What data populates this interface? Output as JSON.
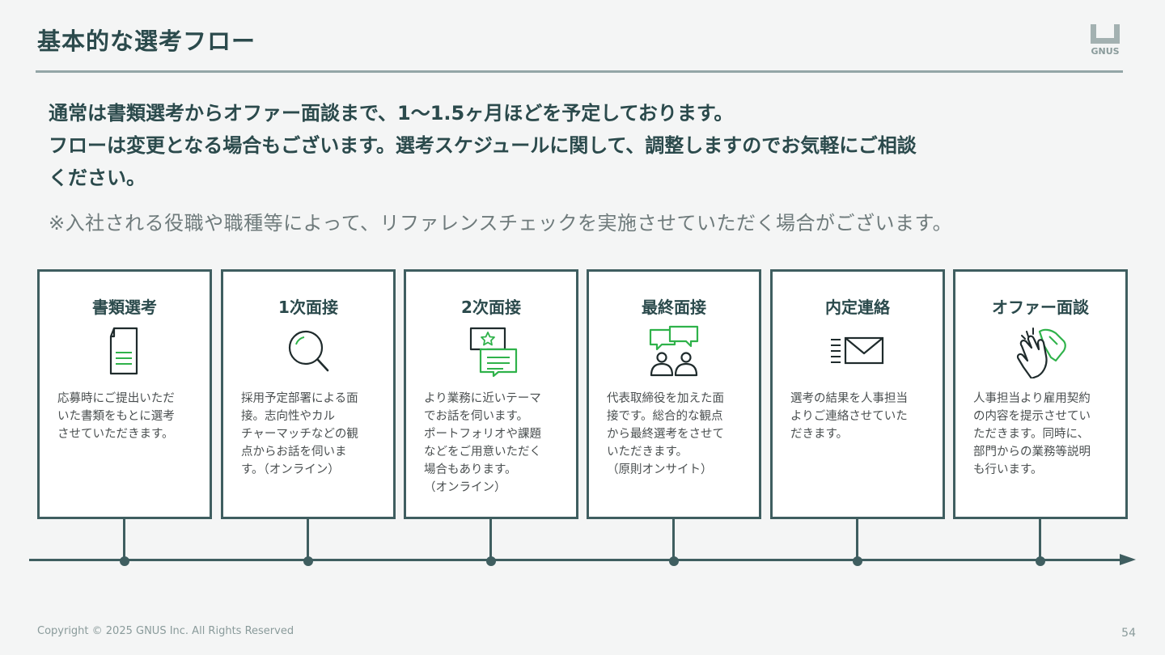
{
  "header": {
    "title": "基本的な選考フロー",
    "logo_text": "GNUS"
  },
  "lead": {
    "line1": "通常は書類選考からオファー面談まで、1〜1.5ヶ月ほどを予定しております。",
    "line2": "フローは変更となる場合もございます。選考スケジュールに関して、調整しますのでお気軽にご相談",
    "line3": "ください。"
  },
  "note": "※入社される役職や職種等によって、リファレンスチェックを実施させていただく場合がございます。",
  "steps": [
    {
      "title": "書類選考",
      "icon": "document-icon",
      "desc": [
        "応募時にご提出いただ",
        "いた書類をもとに選考",
        "させていただきます。"
      ]
    },
    {
      "title": "1次面接",
      "icon": "magnifier-icon",
      "desc": [
        "採用予定部署による面",
        "接。志向性やカル",
        "チャーマッチなどの観",
        "点からお話を伺いま",
        "す。（オンライン）"
      ]
    },
    {
      "title": "2次面接",
      "icon": "chat-bubbles-icon",
      "desc": [
        "より業務に近いテーマ",
        "でお話を伺います。",
        "ポートフォリオや課題",
        "などをご用意いただく",
        "場合もあります。",
        "（オンライン）"
      ]
    },
    {
      "title": "最終面接",
      "icon": "people-talking-icon",
      "desc": [
        "代表取締役を加えた面",
        "接です。総合的な観点",
        "から最終選考をさせて",
        "いただきます。",
        "（原則オンサイト）"
      ]
    },
    {
      "title": "内定連絡",
      "icon": "envelope-icon",
      "desc": [
        "選考の結果を人事担当",
        "よりご連絡させていた",
        "だきます。"
      ]
    },
    {
      "title": "オファー面談",
      "icon": "handshake-icon",
      "desc": [
        "人事担当より雇用契約",
        "の内容を提示させてい",
        "ただきます。同時に、",
        "部門からの業務等説明",
        "も行います。"
      ]
    }
  ],
  "colors": {
    "primary": "#3f5e60",
    "accent": "#2fb24a",
    "muted": "#8a9b9b"
  },
  "footer": {
    "copyright": "Copyright © 2025 GNUS Inc. All Rights Reserved",
    "page_number": "54"
  }
}
